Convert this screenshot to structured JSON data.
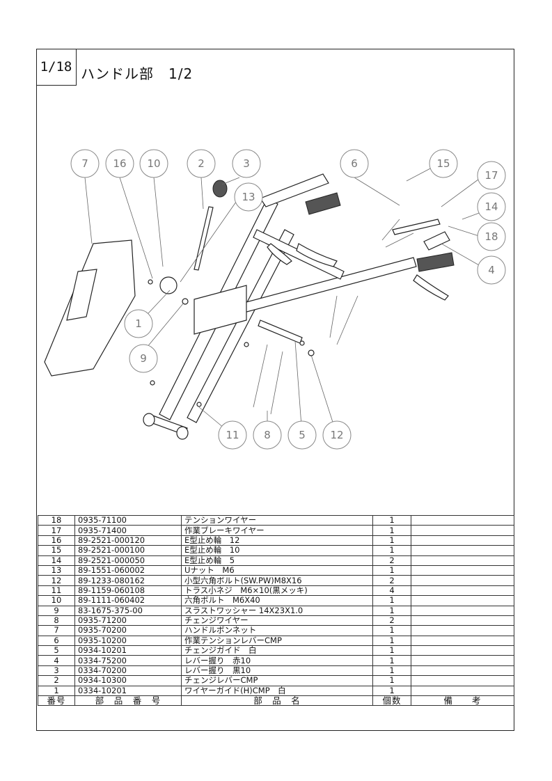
{
  "header": {
    "page_number": "1/18",
    "title": "ハンドル部　1/2"
  },
  "callouts": [
    "7",
    "16",
    "10",
    "2",
    "3",
    "13",
    "6",
    "15",
    "17",
    "14",
    "18",
    "4",
    "1",
    "9",
    "11",
    "8",
    "5",
    "12"
  ],
  "table": {
    "columns": [
      "番号",
      "部　品　番　号",
      "部　品　名",
      "個数",
      "備　　考"
    ],
    "rows": [
      {
        "no": "18",
        "part_number": "0935-71100",
        "name": "テンションワイヤー",
        "qty": "1",
        "note": ""
      },
      {
        "no": "17",
        "part_number": "0935-71400",
        "name": "作業ブレーキワイヤー",
        "qty": "1",
        "note": ""
      },
      {
        "no": "16",
        "part_number": "89-2521-000120",
        "name": "E型止め輪　12",
        "qty": "1",
        "note": ""
      },
      {
        "no": "15",
        "part_number": "89-2521-000100",
        "name": "E型止め輪　10",
        "qty": "1",
        "note": ""
      },
      {
        "no": "14",
        "part_number": "89-2521-000050",
        "name": "E型止め輪　5",
        "qty": "2",
        "note": ""
      },
      {
        "no": "13",
        "part_number": "89-1551-060002",
        "name": "Uナット　M6",
        "qty": "1",
        "note": ""
      },
      {
        "no": "12",
        "part_number": "89-1233-080162",
        "name": "小型六角ボルト(SW.PW)M8X16",
        "qty": "2",
        "note": ""
      },
      {
        "no": "11",
        "part_number": "89-1159-060108",
        "name": "トラス小ネジ　M6×10(黒メッキ)",
        "qty": "4",
        "note": ""
      },
      {
        "no": "10",
        "part_number": "89-1111-060402",
        "name": "六角ボルト　M6X40",
        "qty": "1",
        "note": ""
      },
      {
        "no": "9",
        "part_number": "83-1675-375-00",
        "name": "スラストワッシャー 14X23X1.0",
        "qty": "1",
        "note": ""
      },
      {
        "no": "8",
        "part_number": "0935-71200",
        "name": " チェンジワイヤー",
        "qty": "2",
        "note": ""
      },
      {
        "no": "7",
        "part_number": "0935-70200",
        "name": "ハンドルボンネット",
        "qty": "1",
        "note": ""
      },
      {
        "no": "6",
        "part_number": "0935-10200",
        "name": "作業テンションレバーCMP",
        "qty": "1",
        "note": ""
      },
      {
        "no": "5",
        "part_number": "0934-10201",
        "name": "チェンジガイド　白",
        "qty": "1",
        "note": ""
      },
      {
        "no": "4",
        "part_number": "0334-75200",
        "name": "レバー握り　赤10",
        "qty": "1",
        "note": ""
      },
      {
        "no": "3",
        "part_number": "0334-70200",
        "name": "レバー握り　黒10",
        "qty": "1",
        "note": ""
      },
      {
        "no": "2",
        "part_number": "0934-10300",
        "name": "チェンジレバーCMP",
        "qty": "1",
        "note": ""
      },
      {
        "no": "1",
        "part_number": "0334-10201",
        "name": "ワイヤーガイド(H)CMP　白",
        "qty": "1",
        "note": ""
      }
    ]
  }
}
